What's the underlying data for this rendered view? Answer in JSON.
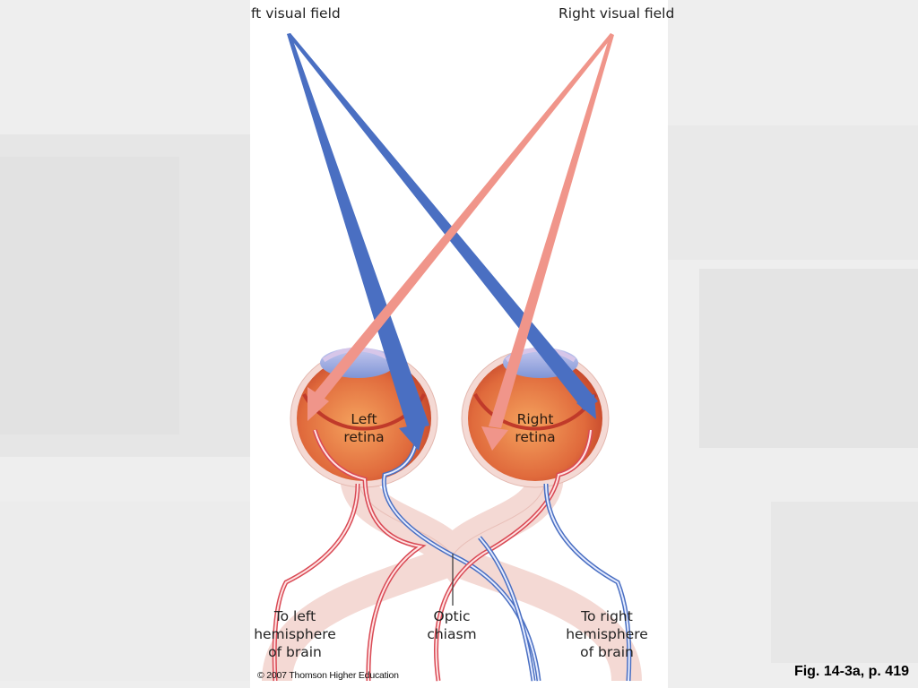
{
  "labels": {
    "left_visual_field": "ft visual field",
    "right_visual_field": "Right visual field",
    "left_retina": [
      "Left",
      "retina"
    ],
    "right_retina": [
      "Right",
      "retina"
    ],
    "to_left_hemisphere": [
      "To left",
      "hemisphere",
      "of brain"
    ],
    "optic_chiasm": [
      "Optic",
      "chiasm"
    ],
    "to_right_hemisphere": [
      "To right",
      "hemisphere",
      "of brain"
    ]
  },
  "copyright": "© 2007 Thomson Higher Education",
  "caption": "Fig. 14-3a, p. 419",
  "colors": {
    "left_field_arrow": "#4a6fc2",
    "right_field_arrow": "#f0958a",
    "eyeball": "#d9593b",
    "nerve_blue": "#4a6fc2",
    "nerve_red": "#d94a55",
    "nerve_sheath": "#f4d9d4"
  }
}
